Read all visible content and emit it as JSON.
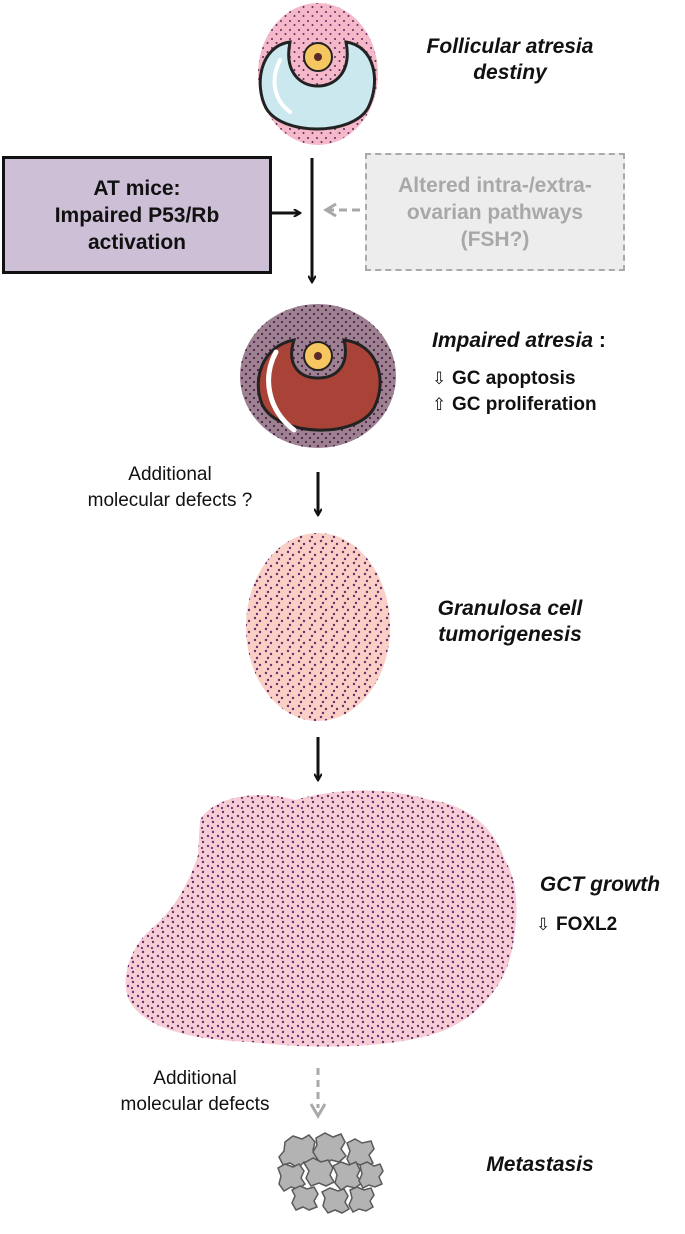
{
  "stages": {
    "atresia_destiny": {
      "line1": "Follicular atresia",
      "line2": "destiny"
    },
    "impaired_atresia": {
      "title": "Impaired atresia",
      "title_colon": " :",
      "markers": [
        {
          "arrow": "⇩",
          "text": "GC apoptosis"
        },
        {
          "arrow": "⇧",
          "text": "GC proliferation"
        }
      ]
    },
    "tumorigenesis": {
      "line1": "Granulosa cell",
      "line2": "tumorigenesis"
    },
    "gct_growth": {
      "title": "GCT growth",
      "marker": {
        "arrow": "⇩",
        "text": "FOXL2"
      }
    },
    "metastasis": {
      "title": "Metastasis"
    }
  },
  "boxes": {
    "at_mice": {
      "line1": "AT mice:",
      "line2": "Impaired P53/Rb",
      "line3": "activation"
    },
    "altered_pathways": {
      "line1": "Altered intra-/extra-",
      "line2": "ovarian pathways",
      "line3": "(FSH?)"
    }
  },
  "notes": {
    "defects_1": {
      "line1": "Additional",
      "line2": "molecular defects ?"
    },
    "defects_2": {
      "line1": "Additional",
      "line2": "molecular defects"
    }
  },
  "colors": {
    "follicle_pink": "#f4b8c8",
    "antrum_blue": "#cce8ef",
    "oocyte_yellow": "#f6c761",
    "atretic_purple": "#9e8190",
    "antrum_red": "#a94237",
    "tumor_pink": "#f9cfc6",
    "dot_purple": "#5e2a62",
    "metastasis_gray": "#b3b3b3",
    "box_purple": "#cdbfd6",
    "box_gray": "#ededed",
    "dashed_gray": "#aaaaaa"
  }
}
